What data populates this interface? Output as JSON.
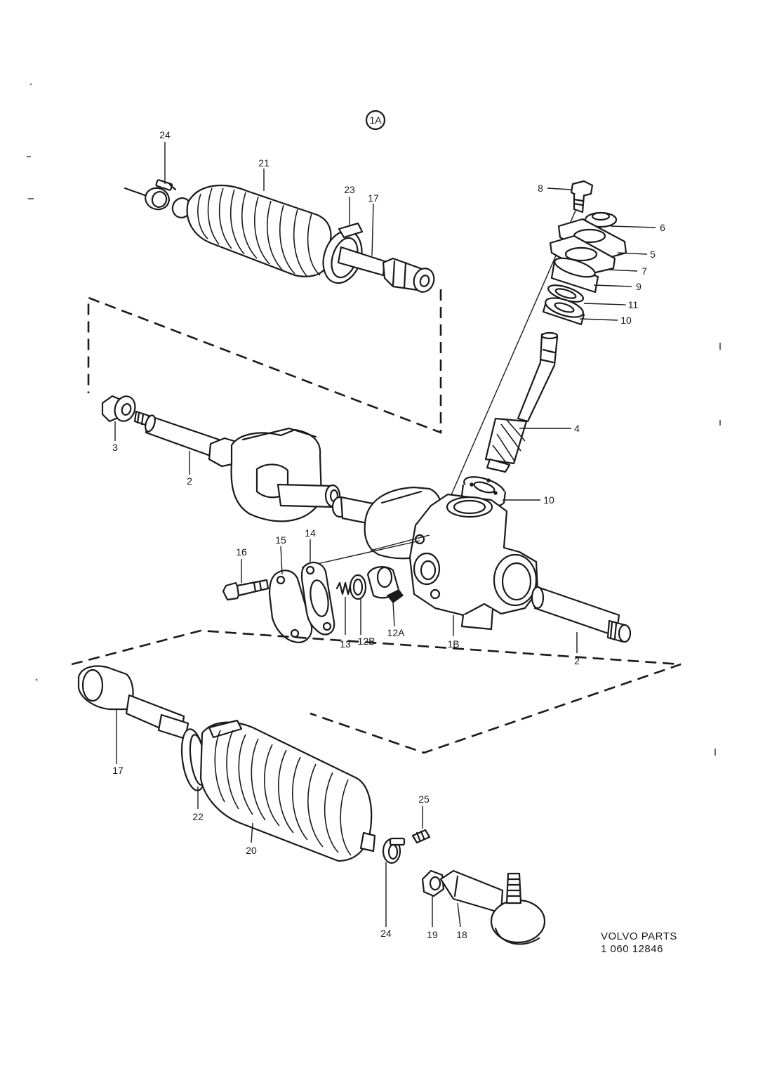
{
  "figure_id": "1A",
  "callouts": {
    "c24_top": "24",
    "c21": "21",
    "c23": "23",
    "c17_top": "17",
    "c8": "8",
    "c6": "6",
    "c5": "5",
    "c7": "7",
    "c9": "9",
    "c11": "11",
    "c10_top": "10",
    "c4": "4",
    "c10_mid": "10",
    "c3": "3",
    "c2_left": "2",
    "c16": "16",
    "c15": "15",
    "c14": "14",
    "c13": "13",
    "c12b": "12B",
    "c12a": "12A",
    "c1b": "1B",
    "c2_right": "2",
    "c17_bottom": "17",
    "c22": "22",
    "c20": "20",
    "c25": "25",
    "c24_bottom": "24",
    "c19": "19",
    "c18": "18"
  },
  "footer": {
    "line1": "VOLVO PARTS",
    "line2": "1 060 12846"
  }
}
